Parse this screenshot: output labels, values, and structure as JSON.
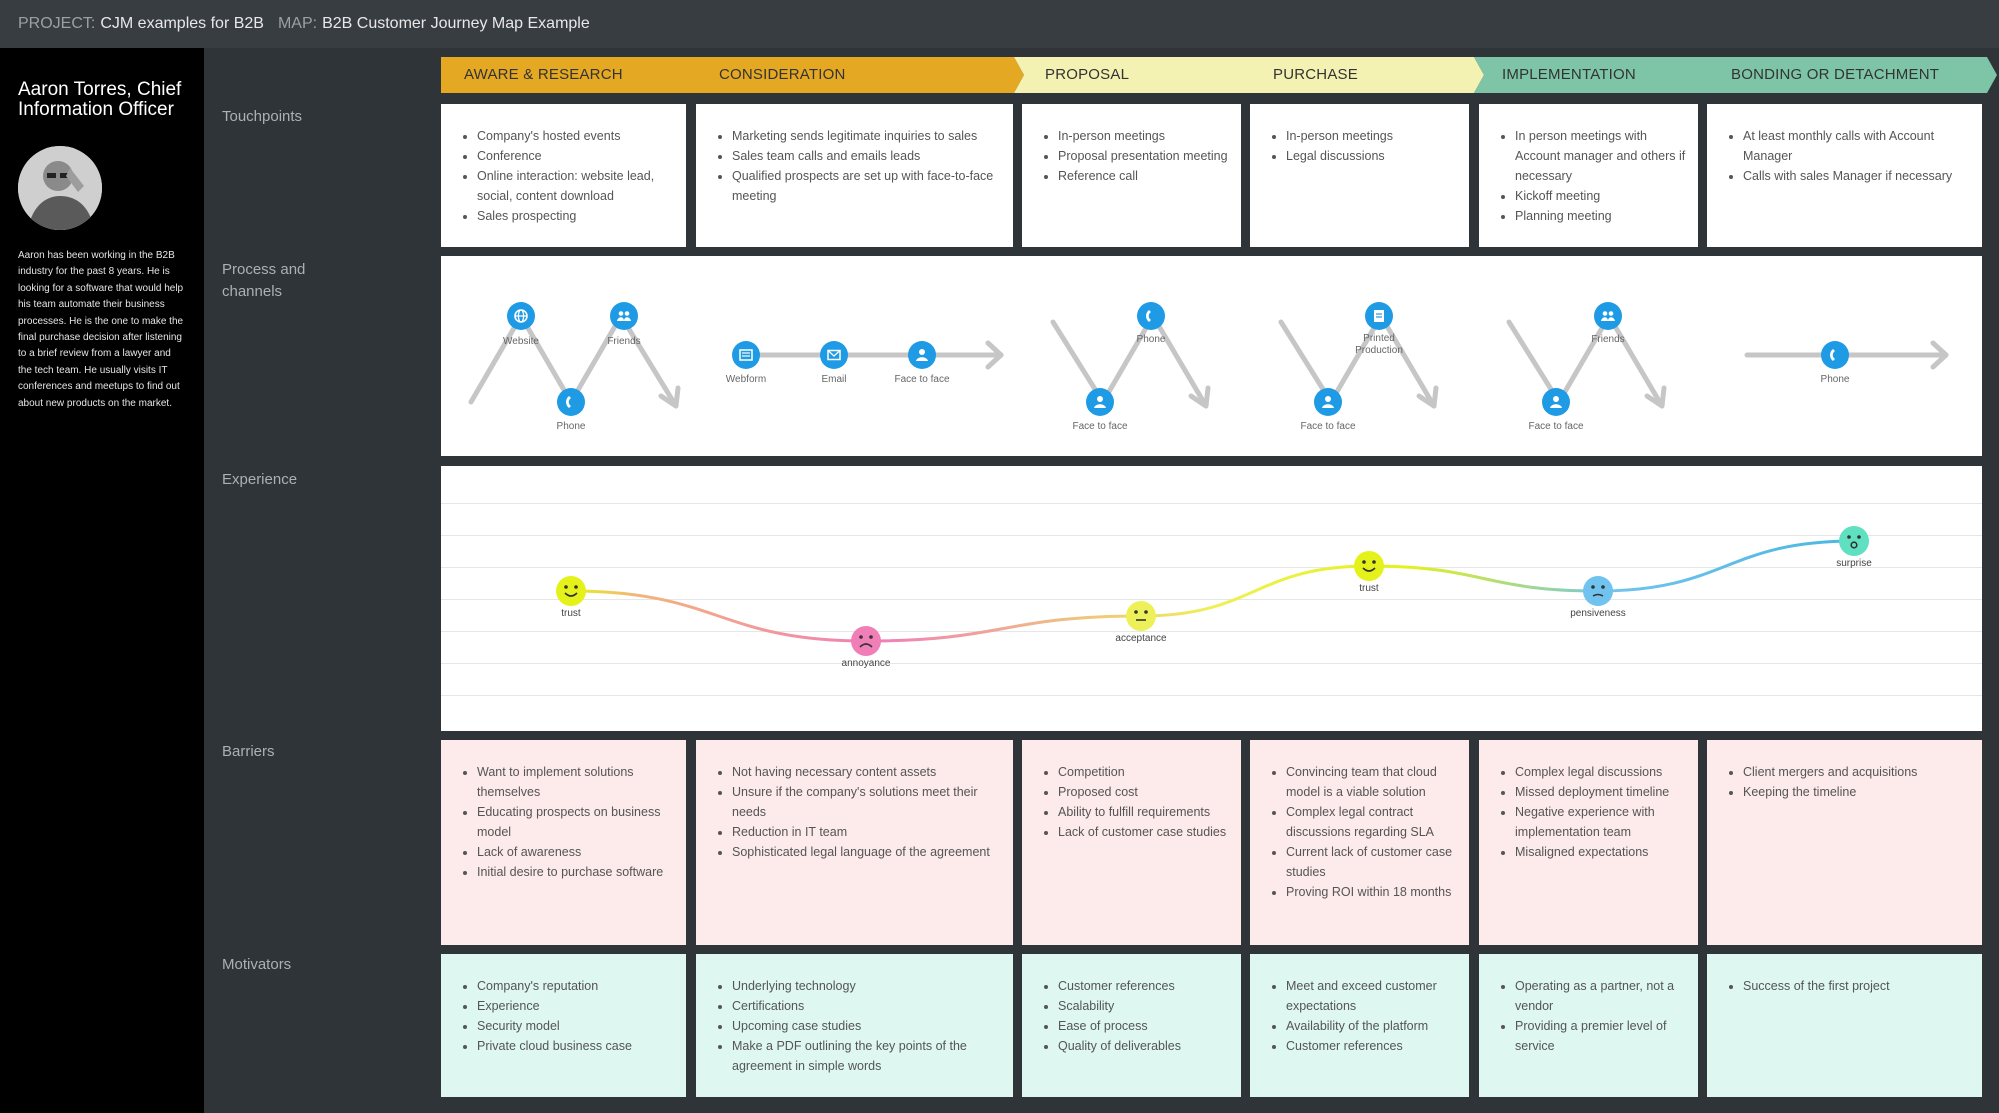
{
  "header": {
    "project_label": "PROJECT:",
    "project_value": "CJM examples for B2B",
    "map_label": "MAP:",
    "map_value": "B2B Customer Journey Map Example"
  },
  "persona": {
    "name": "Aaron Torres, Chief Information Officer",
    "bio": "Aaron has been working in the B2B industry for the past 8 years. He is looking for a software that would help his team automate their business processes. He is the one to make the final purchase decision after listening to a brief review from a lawyer and the tech team. He usually visits IT conferences and meetups to find out about new products on the market."
  },
  "row_labels": {
    "touchpoints": "Touchpoints",
    "process": "Process and channels",
    "experience": "Experience",
    "barriers": "Barriers",
    "motivators": "Motivators"
  },
  "colors": {
    "stage_orange": "#e5a823",
    "stage_yellow": "#f4f2b3",
    "stage_green": "#7ec5a8",
    "channel_blue": "#1e9be4",
    "barrier_bg": "#fdeaea",
    "motivator_bg": "#def7f1"
  },
  "stages": [
    "AWARE & RESEARCH",
    "CONSIDERATION",
    "PROPOSAL",
    "PURCHASE",
    "IMPLEMENTATION",
    "BONDING OR DETACHMENT"
  ],
  "touchpoints": [
    [
      "Company's hosted events",
      "Conference",
      "Online interaction: website lead, social, content download",
      "Sales prospecting"
    ],
    [
      "Marketing sends legitimate inquiries to sales",
      "Sales team calls and emails leads",
      "Qualified prospects are set up with face-to-face meeting"
    ],
    [
      "In-person meetings",
      "Proposal presentation meeting",
      "Reference call"
    ],
    [
      "In-person meetings",
      "Legal discussions"
    ],
    [
      "In person meetings with Account manager and others if necessary",
      "Kickoff meeting",
      "Planning meeting"
    ],
    [
      "At least monthly calls with Account Manager",
      "Calls with sales Manager if necessary"
    ]
  ],
  "channels": {
    "website": {
      "label": "Website",
      "icon": "globe-icon"
    },
    "friends1": {
      "label": "Friends",
      "icon": "people-icon"
    },
    "phone1": {
      "label": "Phone",
      "icon": "phone-icon"
    },
    "webform": {
      "label": "Webform",
      "icon": "form-icon"
    },
    "email": {
      "label": "Email",
      "icon": "mail-icon"
    },
    "face1": {
      "label": "Face to face",
      "icon": "person-icon"
    },
    "phone2": {
      "label": "Phone",
      "icon": "phone-icon"
    },
    "face2": {
      "label": "Face to face",
      "icon": "person-icon"
    },
    "printed": {
      "label": "Printed Production",
      "icon": "document-icon"
    },
    "face3": {
      "label": "Face to face",
      "icon": "person-icon"
    },
    "friends2": {
      "label": "Friends",
      "icon": "people-icon"
    },
    "face4": {
      "label": "Face to face",
      "icon": "person-icon"
    },
    "phone3": {
      "label": "Phone",
      "icon": "phone-icon"
    }
  },
  "experience": [
    {
      "label": "trust",
      "mood": "happy",
      "color": "#e4f21a",
      "level": 4
    },
    {
      "label": "annoyance",
      "mood": "sad",
      "color": "#f07fb8",
      "level": 2
    },
    {
      "label": "acceptance",
      "mood": "neutral",
      "color": "#eef05a",
      "level": 3
    },
    {
      "label": "trust",
      "mood": "happy",
      "color": "#e4f21a",
      "level": 5
    },
    {
      "label": "pensiveness",
      "mood": "pensive",
      "color": "#6fc3ee",
      "level": 4
    },
    {
      "label": "surprise",
      "mood": "surprised",
      "color": "#5fe0c0",
      "level": 6
    }
  ],
  "barriers": [
    [
      "Want to implement solutions themselves",
      "Educating prospects on business model",
      "Lack of awareness",
      "Initial desire to purchase software"
    ],
    [
      "Not having necessary content assets",
      "Unsure if the company's solutions meet their needs",
      "Reduction in IT team",
      "Sophisticated legal language of the agreement"
    ],
    [
      "Competition",
      "Proposed cost",
      "Ability to fulfill requirements",
      "Lack of customer case studies"
    ],
    [
      "Convincing team that cloud model is a viable solution",
      "Complex legal contract discussions regarding SLA",
      "Current lack of customer case studies",
      "Proving ROI within 18 months"
    ],
    [
      "Complex legal discussions",
      "Missed deployment timeline",
      "Negative experience with implementation team",
      "Misaligned expectations"
    ],
    [
      "Client mergers and acquisitions",
      "Keeping the timeline"
    ]
  ],
  "motivators": [
    [
      "Company's reputation",
      "Experience",
      "Security model",
      "Private cloud business case"
    ],
    [
      "Underlying technology",
      "Certifications",
      "Upcoming case studies",
      "Make a PDF outlining the key points of the agreement in simple words"
    ],
    [
      "Customer references",
      "Scalability",
      "Ease of process",
      "Quality of deliverables"
    ],
    [
      "Meet and exceed customer expectations",
      "Availability of the platform",
      "Customer references"
    ],
    [
      "Operating as a partner, not a vendor",
      "Providing a premier level of service"
    ],
    [
      "Success of the first project"
    ]
  ]
}
